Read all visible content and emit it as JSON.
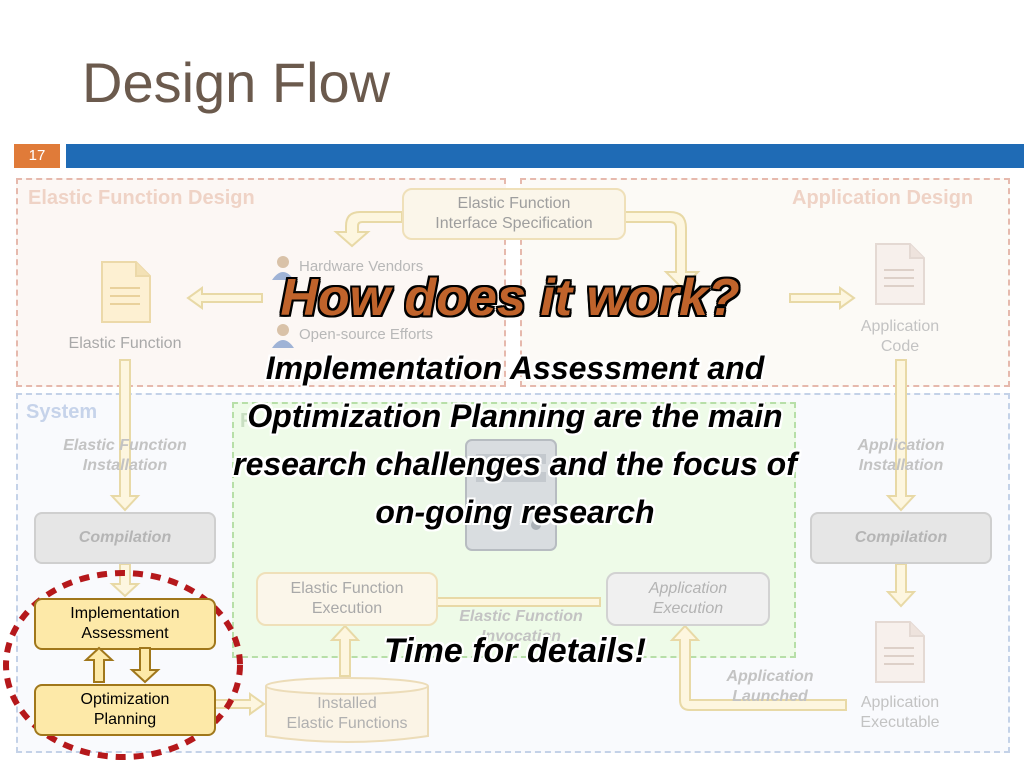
{
  "slide": {
    "title": "Design Flow",
    "number": "17"
  },
  "regions": {
    "elastic_function_design": "Elastic Function Design",
    "application_design": "Application Design",
    "system": "System",
    "runtime_partial": "R"
  },
  "nodes": {
    "interface_spec": "Elastic Function\nInterface Specification",
    "elastic_function": "Elastic Function",
    "application_code": "Application\nCode",
    "hardware_vendors": "Hardware Vendors",
    "open_source_efforts": "Open-source Efforts",
    "ef_installation": "Elastic Function\nInstallation",
    "app_installation": "Application\nInstallation",
    "compilation_left": "Compilation",
    "compilation_right": "Compilation",
    "ef_execution": "Elastic Function\nExecution",
    "app_execution": "Application\nExecution",
    "ef_invocation": "Elastic Function\nInvocation",
    "installed_ef": "Installed\nElastic Functions",
    "app_launched": "Application\nLaunched",
    "app_executable": "Application\nExecutable",
    "implementation_assessment": "Implementation\nAssessment",
    "optimization_planning": "Optimization\nPlanning"
  },
  "overlay": {
    "headline": "How does it work?",
    "body": "Implementation Assessment and Optimization Planning are the main research challenges and the focus of on-going research",
    "details": "Time for details!"
  },
  "icons": [
    "document-icon",
    "person-icon",
    "server-icon",
    "arrow-icon"
  ],
  "colors": {
    "accent_orange": "#e07b39",
    "bar_blue": "#1f6bb5",
    "headline": "#c0632b",
    "highlight_red": "#b5181b",
    "focus_fill": "#fde9a8"
  }
}
